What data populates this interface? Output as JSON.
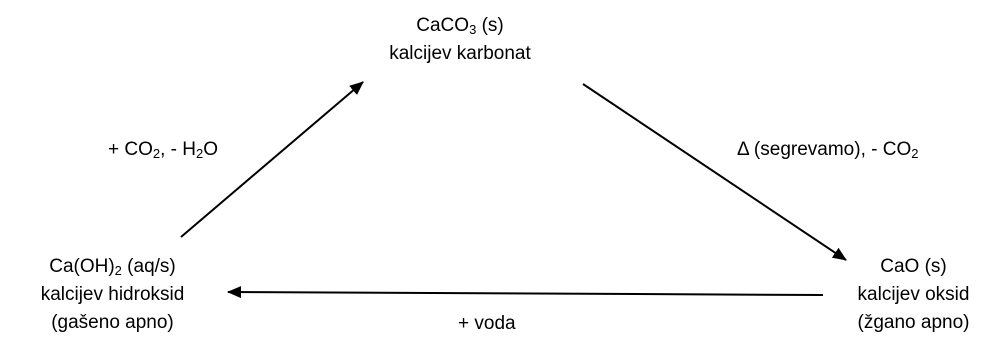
{
  "nodes": {
    "top": {
      "formula_main": "CaCO",
      "formula_sub": "3",
      "formula_suffix": " (s)",
      "name": "kalcijev karbonat"
    },
    "right": {
      "formula": "CaO (s)",
      "name": "kalcijev oksid",
      "common": "(žgano apno)"
    },
    "left": {
      "formula_main": "Ca(OH)",
      "formula_sub": "2",
      "formula_suffix": " (aq/s)",
      "name": "kalcijev hidroksid",
      "common": "(gašeno apno)"
    }
  },
  "edges": {
    "top_to_right": {
      "text_main": "Δ (segrevamo), - CO",
      "text_sub": "2"
    },
    "right_to_left": {
      "text": "+ voda"
    },
    "left_to_top": {
      "text_a": "+ CO",
      "sub_a": "2",
      "text_b": ", - H",
      "sub_b": "2",
      "text_c": "O"
    }
  },
  "colors": {
    "text": "#000000",
    "arrow": "#000000",
    "background": "#ffffff"
  }
}
